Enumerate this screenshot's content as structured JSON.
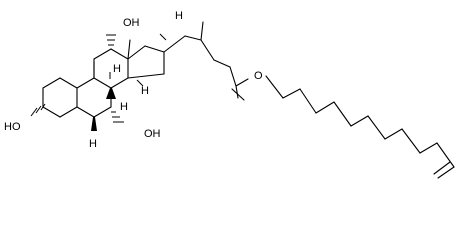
{
  "molecule": {
    "labels": {
      "oh_c3": "HO",
      "oh_c7": "OH",
      "oh_c12": "OH",
      "h": "H",
      "ester_o": "O"
    }
  }
}
